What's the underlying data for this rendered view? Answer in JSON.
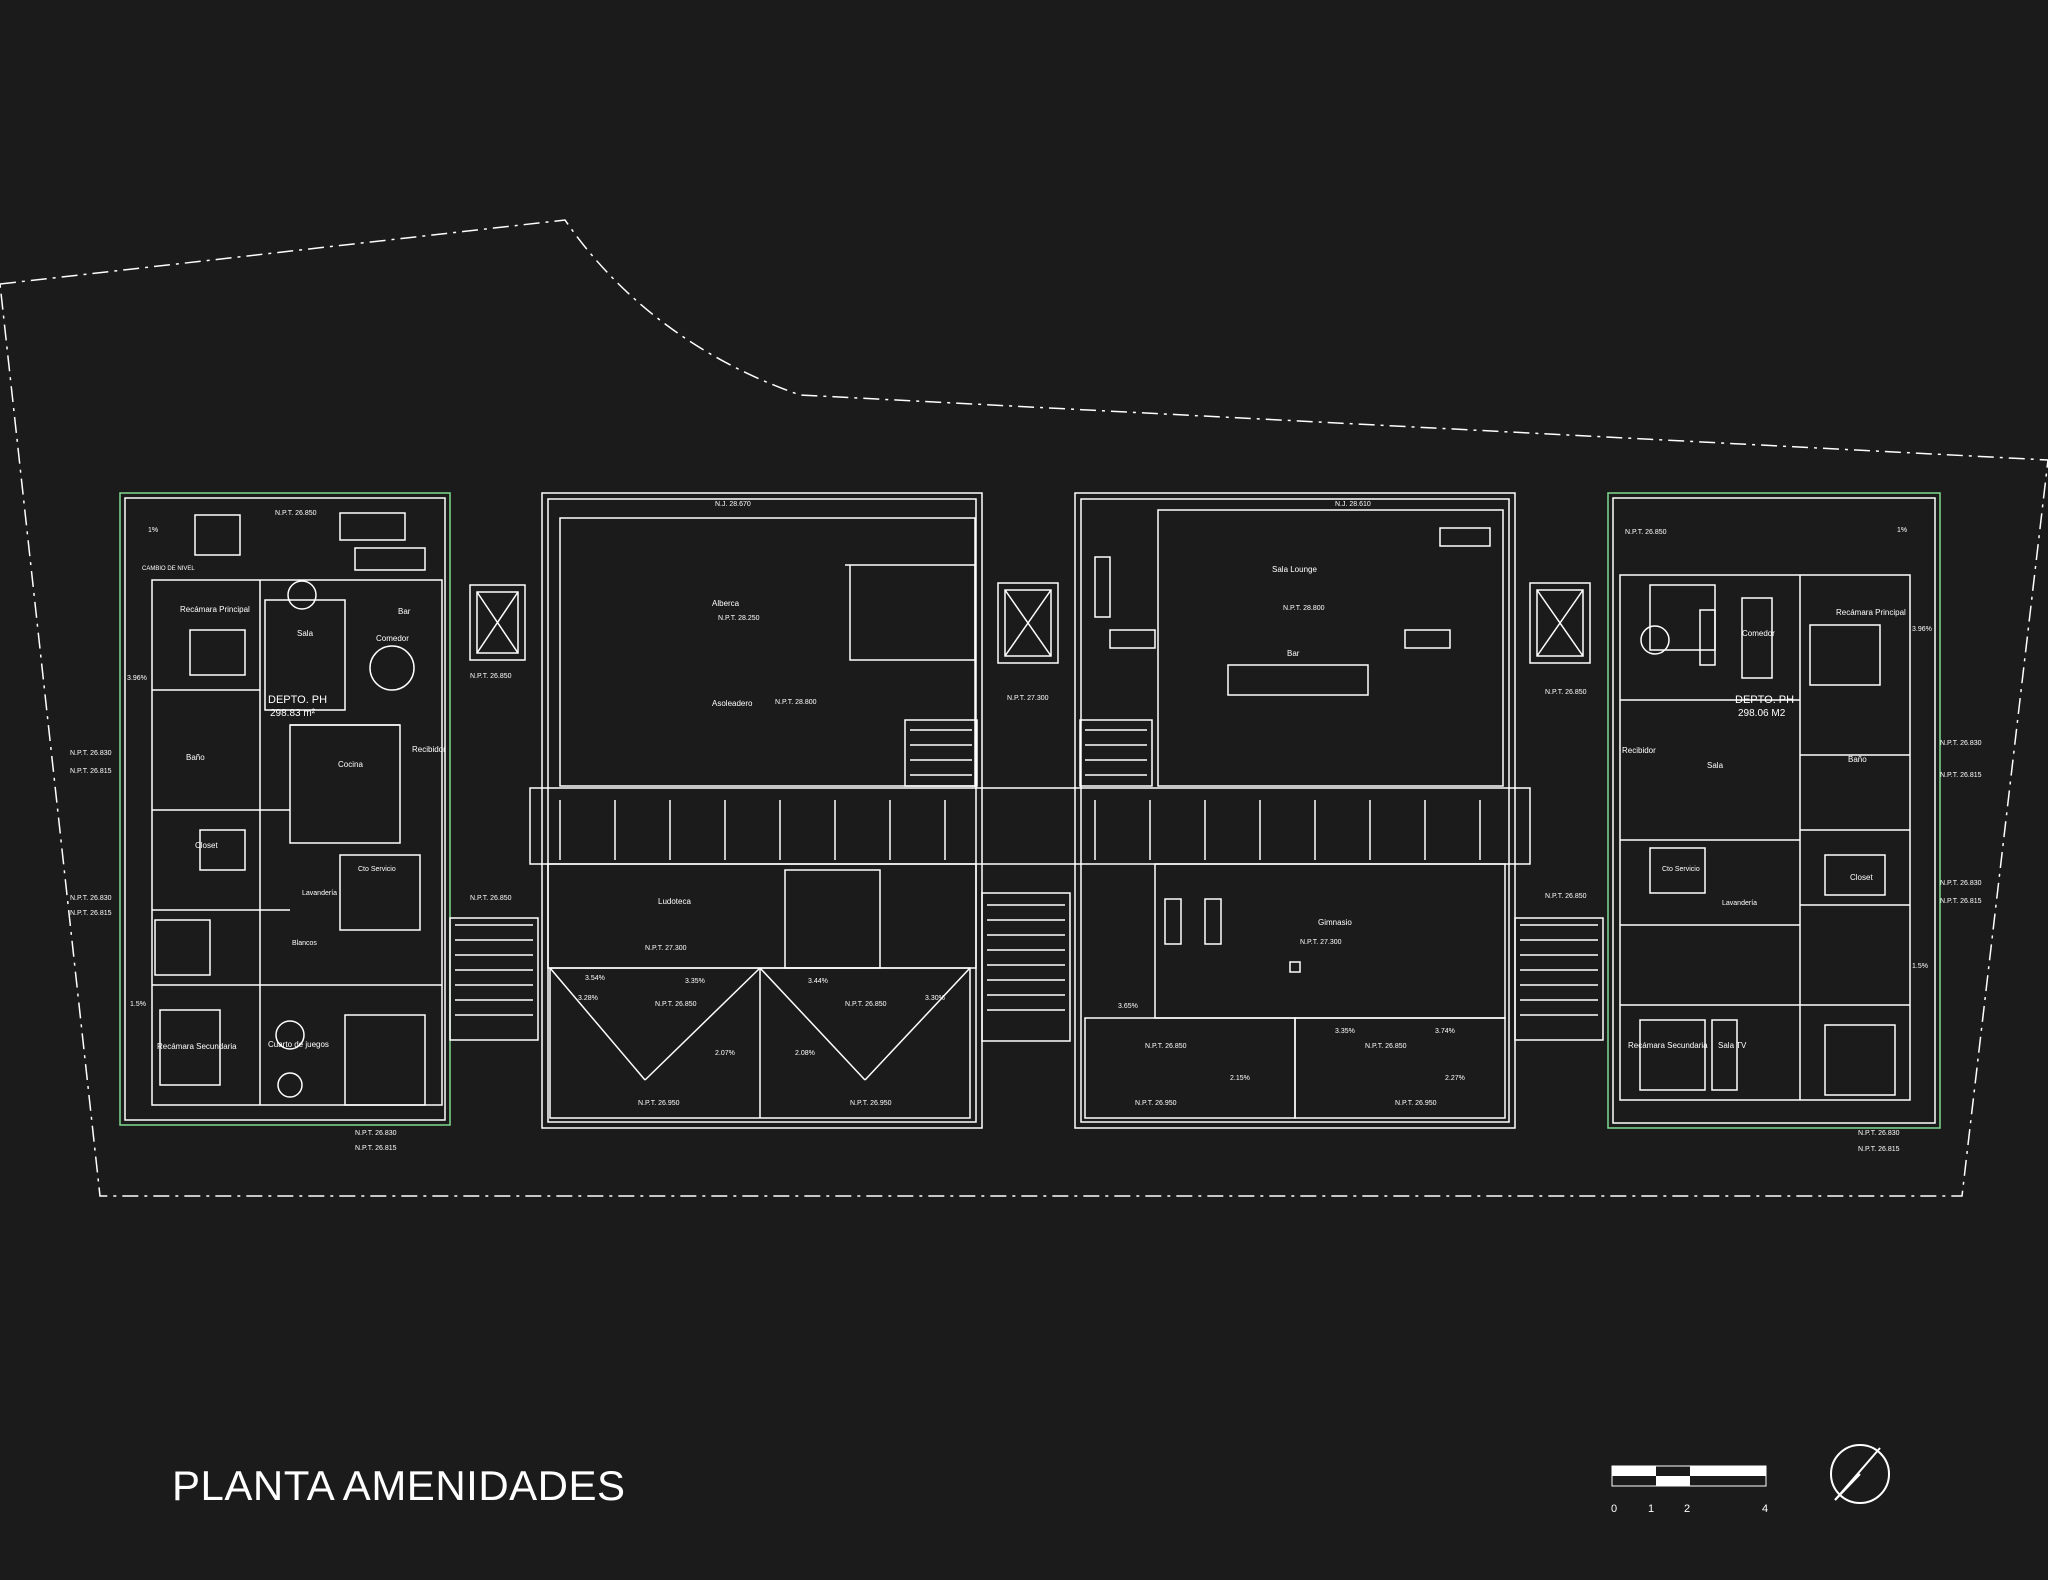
{
  "title": "PLANTA AMENIDADES",
  "colors": {
    "background": "#1b1b1b",
    "lines": "#ffffff",
    "accent": "#7fd98f"
  },
  "scale_bar": {
    "ticks": [
      "0",
      "1",
      "2",
      "4"
    ]
  },
  "north_arrow": {
    "icon": "north-arrow-icon"
  },
  "apartments": [
    {
      "name": "DEPTO. PH",
      "area": "298.83 m²",
      "rooms": [
        "Recámara Principal",
        "Sala",
        "Bar",
        "Comedor",
        "Cocina",
        "Recibidor",
        "Baño",
        "Closet",
        "Lavandería",
        "Cto Servicio",
        "Blancos",
        "Cuarto de juegos",
        "Recámara Secundaria"
      ]
    },
    {
      "name": "DEPTO. PH",
      "area": "298.06 M2",
      "rooms": [
        "Recámara Principal",
        "Comedor",
        "Sala",
        "Recibidor",
        "Baño",
        "Closet",
        "Cto Servicio",
        "Lavandería",
        "Sala TV",
        "Recámara Secundaria"
      ]
    }
  ],
  "amenities": {
    "left_block": {
      "rooms": [
        "Alberca",
        "Asoleadero",
        "Ludoteca"
      ],
      "levels": [
        "N.J. 28.670",
        "N.P.T. 28.250",
        "N.P.T. 28.800",
        "N.P.T. 27.300"
      ]
    },
    "right_block": {
      "rooms": [
        "Sala Lounge",
        "Bar",
        "Gimnasio"
      ],
      "levels": [
        "N.J. 28.610",
        "N.P.T. 28.800",
        "N.P.T. 27.300"
      ]
    }
  },
  "level_marks": [
    "N.P.T. 26.850",
    "N.P.T. 26.830",
    "N.P.T. 26.815",
    "N.P.T. 26.950",
    "N.P.T. 27.300",
    "CAMBIO DE NIVEL"
  ],
  "slopes": [
    "3.54%",
    "3.35%",
    "3.44%",
    "3.28%",
    "2.07%",
    "2.08%",
    "3.30%",
    "2.15%",
    "3.74%",
    "2.27%",
    "3.65%",
    "3.96%",
    "1.5%",
    "1%"
  ]
}
